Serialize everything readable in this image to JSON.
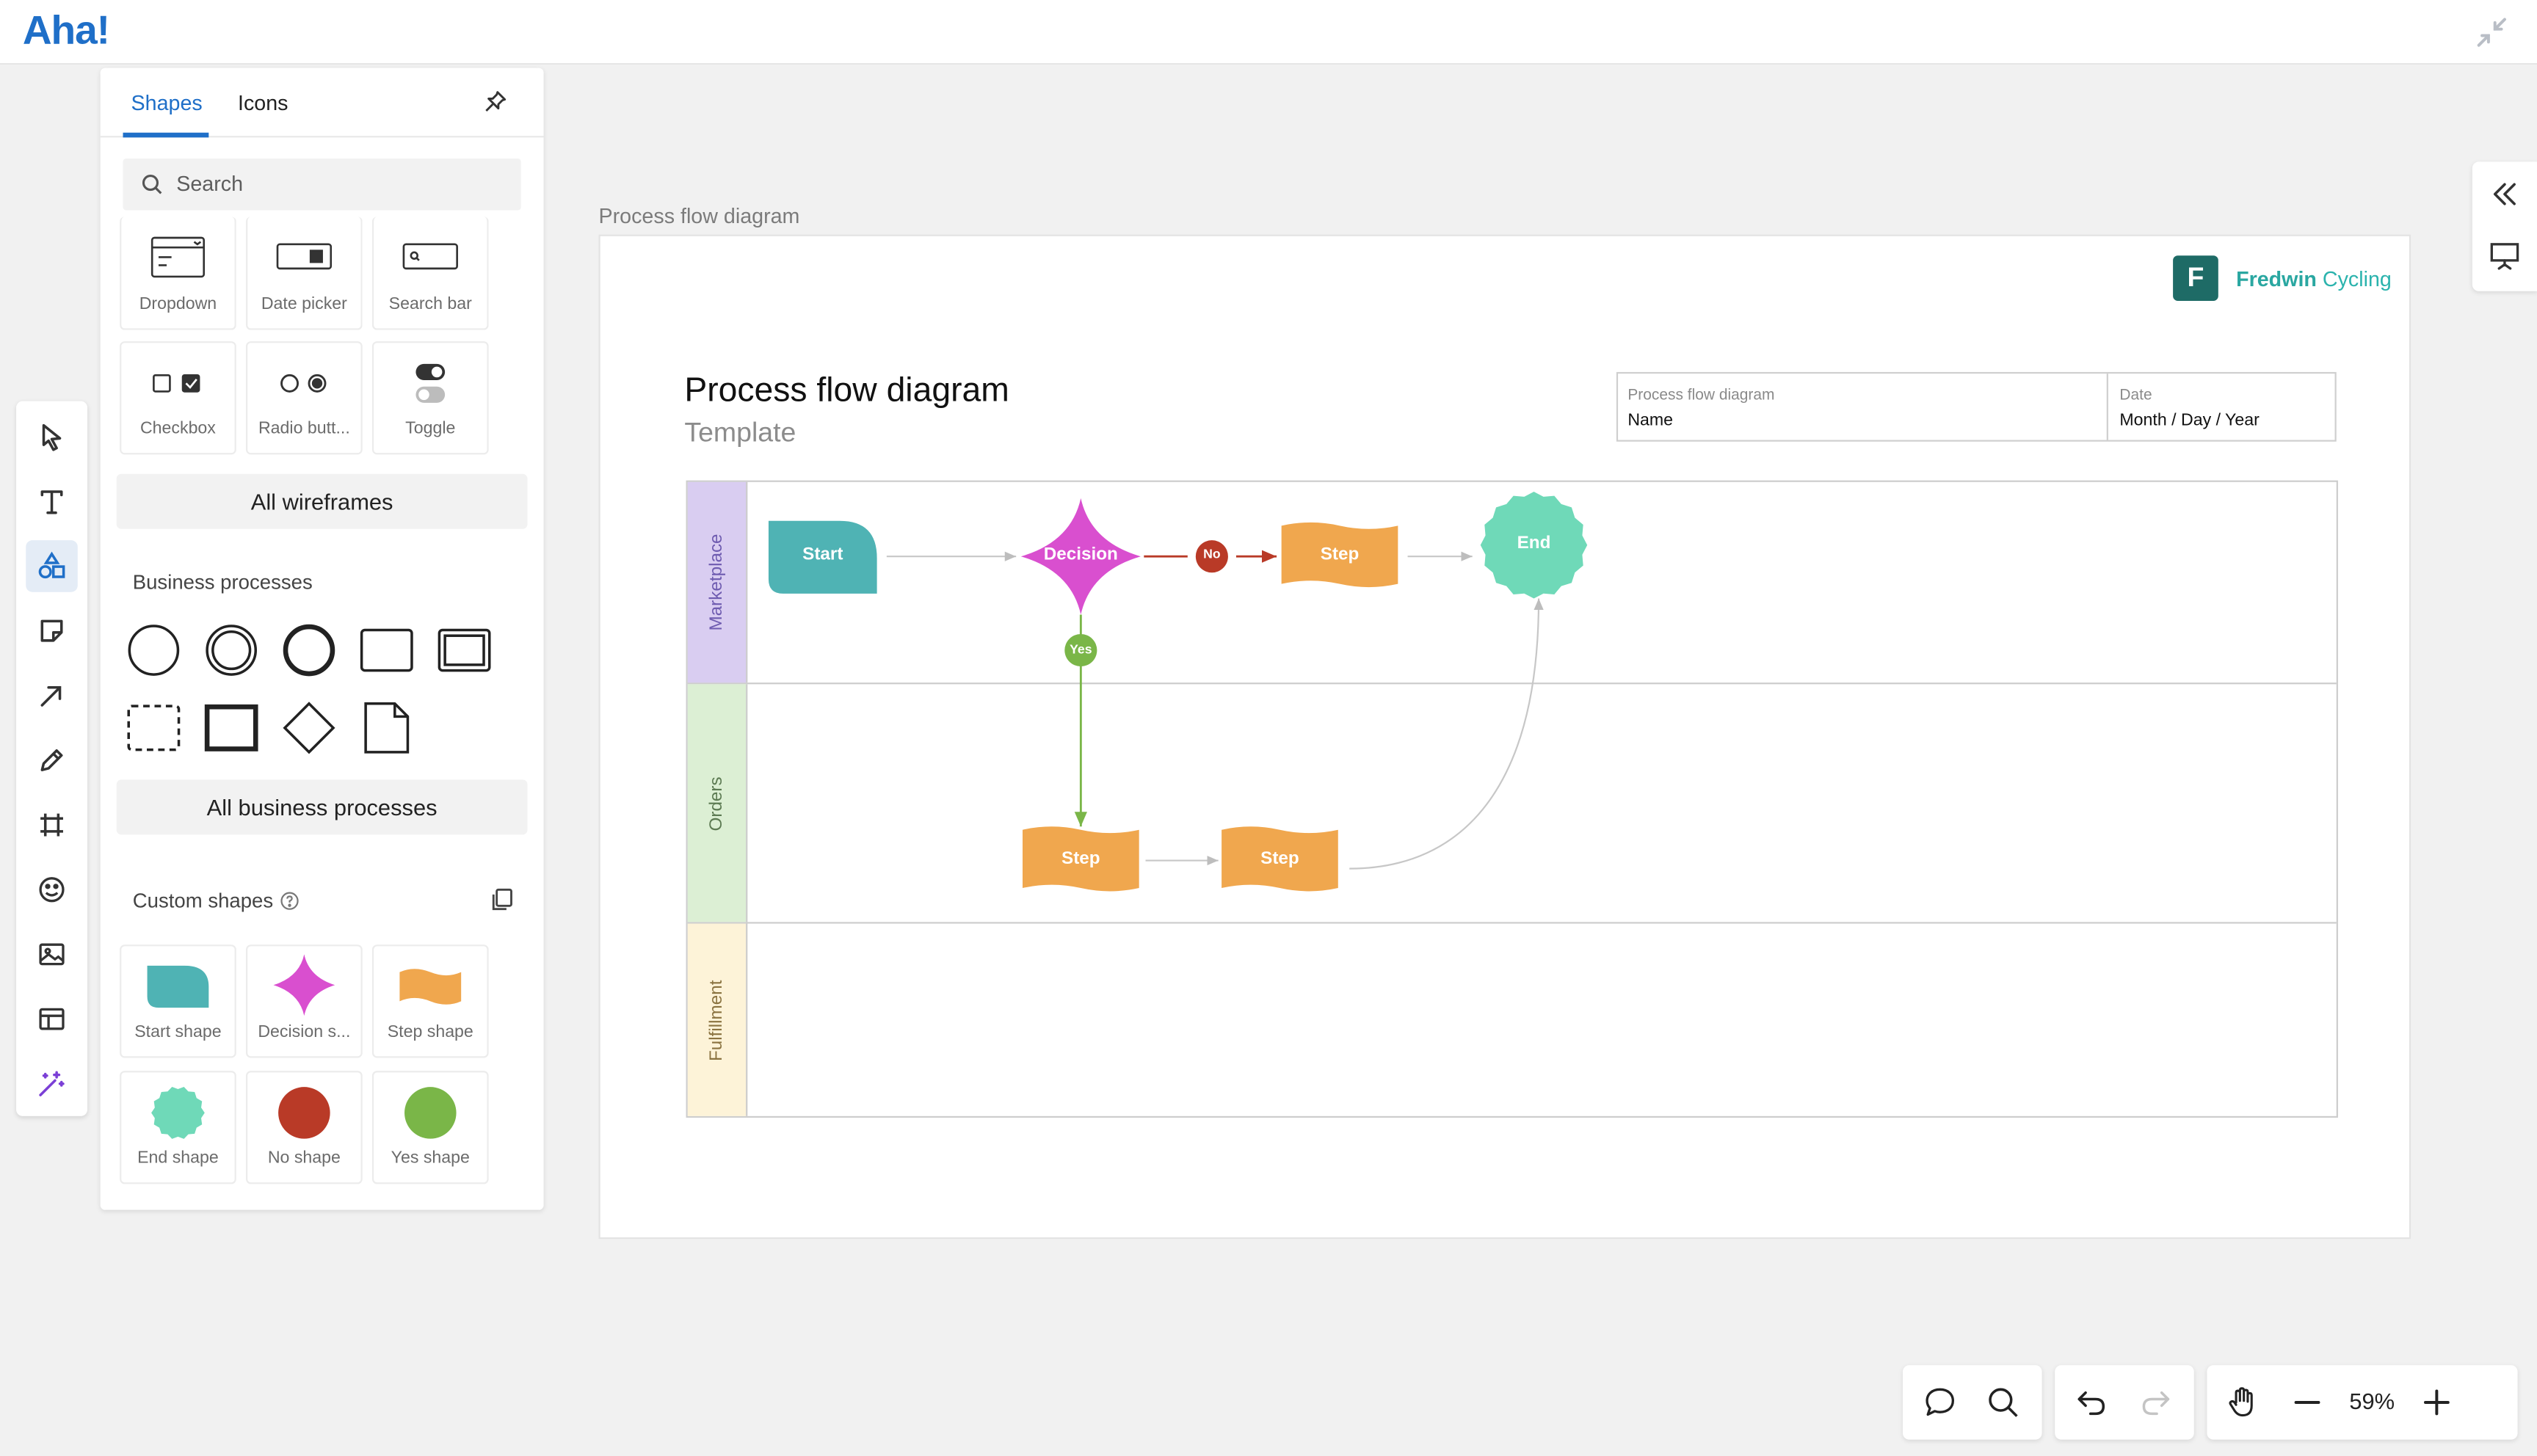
{
  "app": {
    "logo": "Aha!"
  },
  "panel": {
    "tabs": [
      {
        "label": "Shapes"
      },
      {
        "label": "Icons"
      }
    ],
    "search": {
      "placeholder": "Search"
    },
    "wireframes": [
      {
        "label": "Dropdown"
      },
      {
        "label": "Date picker"
      },
      {
        "label": "Search bar"
      },
      {
        "label": "Checkbox"
      },
      {
        "label": "Radio butt..."
      },
      {
        "label": "Toggle"
      }
    ],
    "all_wireframes": "All wireframes",
    "business_title": "Business processes",
    "all_business": "All business processes",
    "custom_title": "Custom shapes",
    "custom": [
      {
        "label": "Start shape"
      },
      {
        "label": "Decision s..."
      },
      {
        "label": "Step shape"
      },
      {
        "label": "End shape"
      },
      {
        "label": "No shape"
      },
      {
        "label": "Yes shape"
      }
    ]
  },
  "canvas": {
    "frame_title": "Process flow diagram",
    "brand_mark": "F",
    "brand_first": "Fredwin",
    "brand_second": "Cycling",
    "doc_title": "Process flow diagram",
    "doc_subtitle": "Template",
    "meta": {
      "name_caption": "Process flow diagram",
      "name_value": "Name",
      "date_caption": "Date",
      "date_value": "Month / Day / Year"
    },
    "lanes": [
      {
        "label": "Marketplace"
      },
      {
        "label": "Orders"
      },
      {
        "label": "Fulfillment"
      }
    ],
    "nodes": {
      "start": "Start",
      "decision": "Decision",
      "no": "No",
      "yes": "Yes",
      "step1": "Step",
      "end": "End",
      "step2": "Step",
      "step3": "Step"
    }
  },
  "bottom": {
    "zoom": "59%"
  },
  "colors": {
    "accent": "#1f6fc8",
    "start": "#4fb3b4",
    "decision": "#d94fcf",
    "step": "#f0a74e",
    "end": "#6fd9b8",
    "no": "#b93a27",
    "yes": "#7ab648",
    "lane_marketplace": "#d9cdf1",
    "lane_orders": "#dcefd4",
    "lane_fulfillment": "#fdf3d8"
  }
}
